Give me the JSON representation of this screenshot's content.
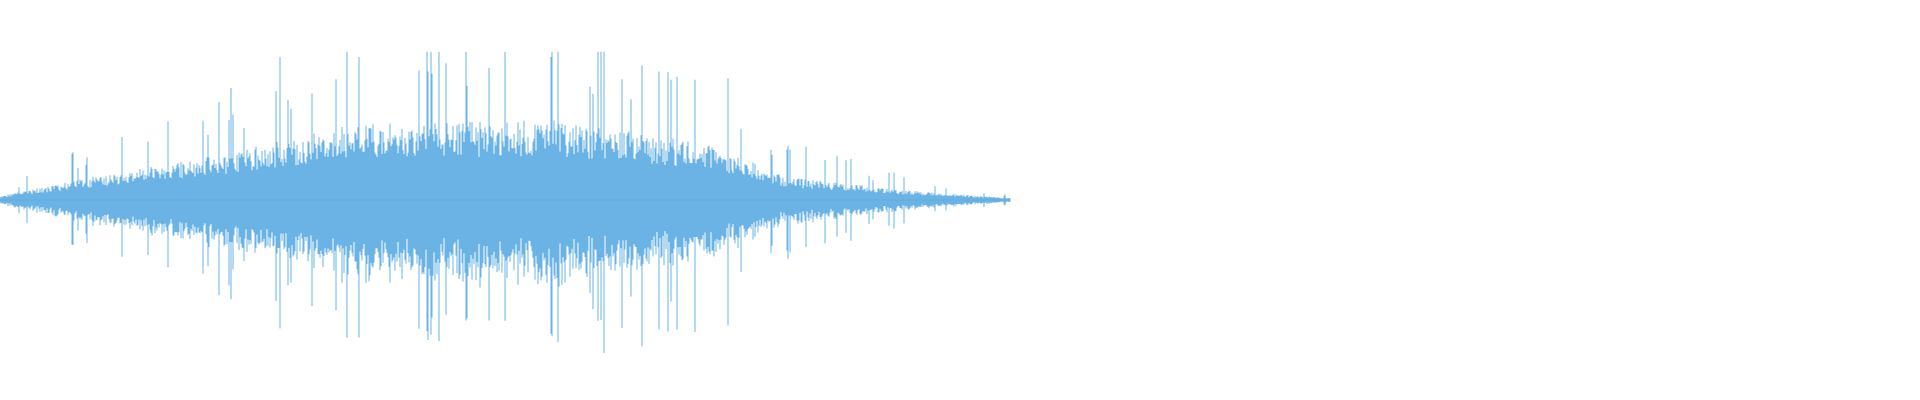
{
  "waveform": {
    "color": "#5dade2",
    "background": "#ffffff",
    "envelope": {
      "segments": [
        {
          "from": 0.0,
          "to": 0.09,
          "amp_from": 0.02,
          "amp_to": 0.12
        },
        {
          "from": 0.09,
          "to": 0.2,
          "amp_from": 0.12,
          "amp_to": 0.22
        },
        {
          "from": 0.2,
          "to": 0.35,
          "amp_from": 0.22,
          "amp_to": 0.4
        },
        {
          "from": 0.35,
          "to": 0.55,
          "amp_from": 0.4,
          "amp_to": 0.42
        },
        {
          "from": 0.55,
          "to": 0.7,
          "amp_from": 0.42,
          "amp_to": 0.3
        },
        {
          "from": 0.7,
          "to": 0.78,
          "amp_from": 0.3,
          "amp_to": 0.12
        },
        {
          "from": 0.78,
          "to": 0.9,
          "amp_from": 0.12,
          "amp_to": 0.05
        },
        {
          "from": 0.9,
          "to": 1.0,
          "amp_from": 0.05,
          "amp_to": 0.01
        }
      ]
    }
  }
}
